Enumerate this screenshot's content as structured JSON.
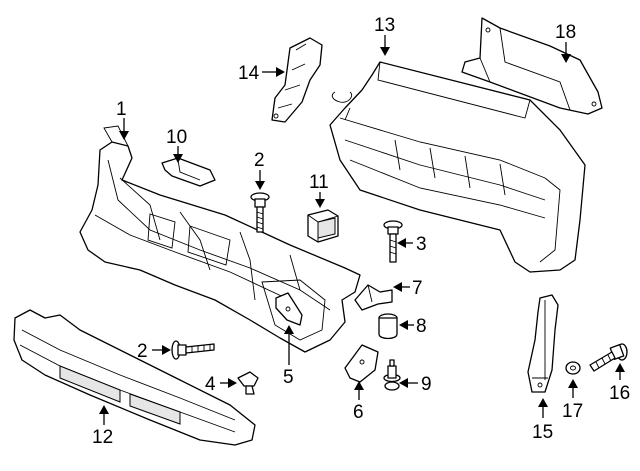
{
  "callouts": {
    "c1": "1",
    "c2a": "2",
    "c2b": "2",
    "c3": "3",
    "c4": "4",
    "c5": "5",
    "c6": "6",
    "c7": "7",
    "c8": "8",
    "c9": "9",
    "c10": "10",
    "c11": "11",
    "c12": "12",
    "c13": "13",
    "c14": "14",
    "c15": "15",
    "c16": "16",
    "c17": "17",
    "c18": "18"
  },
  "colors": {
    "line": "#000000",
    "background": "#ffffff",
    "shade": "#e6e6e6"
  }
}
